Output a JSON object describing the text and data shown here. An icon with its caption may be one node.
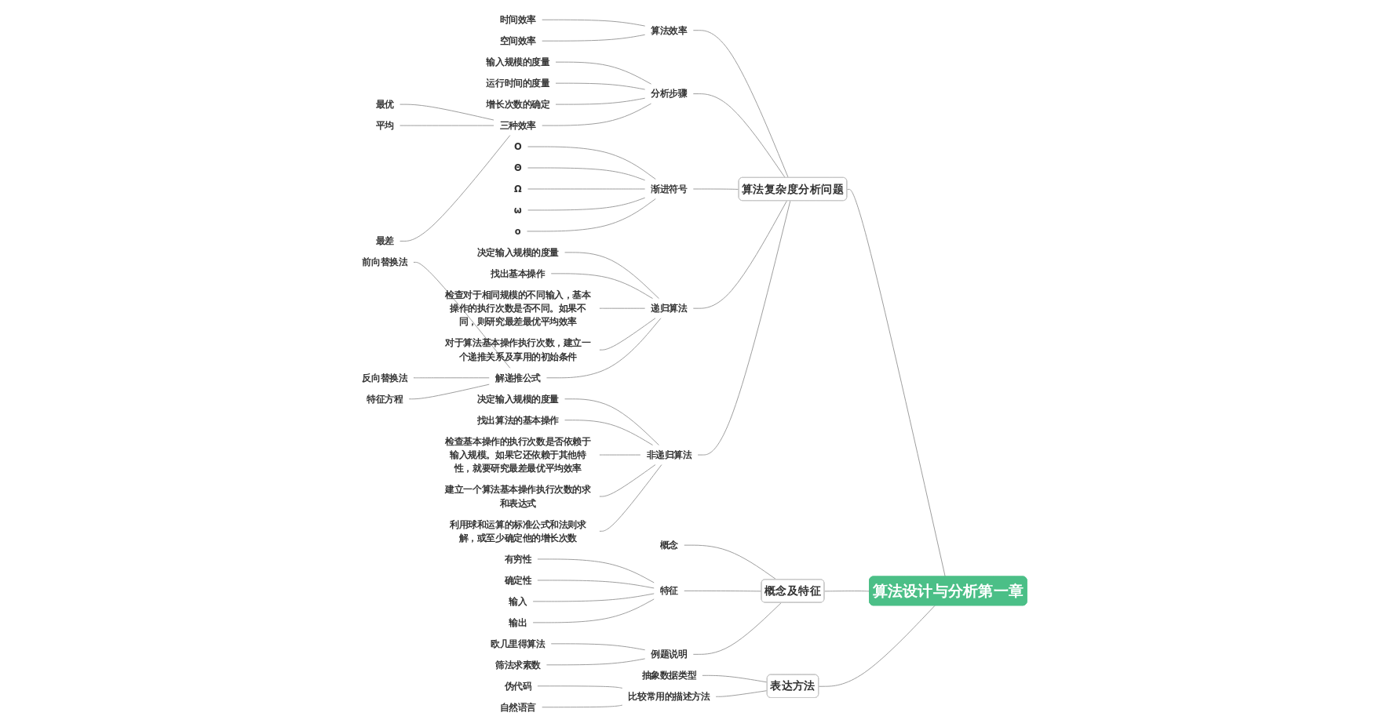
{
  "diagram": {
    "nodes": [
      {
        "text": [
          "算法设计与分析第一章"
        ]
      },
      {
        "text": [
          "算法复杂度分析问题"
        ]
      },
      {
        "text": [
          "算法效率"
        ]
      },
      {
        "text": [
          "时间效率"
        ]
      },
      {
        "text": [
          "空间效率"
        ]
      },
      {
        "text": [
          "分析步骤"
        ]
      },
      {
        "text": [
          "输入规模的度量"
        ]
      },
      {
        "text": [
          "运行时间的度量"
        ]
      },
      {
        "text": [
          "增长次数的确定"
        ]
      },
      {
        "text": [
          "三种效率"
        ]
      },
      {
        "text": [
          "最优"
        ]
      },
      {
        "text": [
          "平均"
        ]
      },
      {
        "text": [
          "最差"
        ]
      },
      {
        "text": [
          "渐进符号"
        ]
      },
      {
        "text": [
          "O"
        ]
      },
      {
        "text": [
          "Θ"
        ]
      },
      {
        "text": [
          "Ω"
        ]
      },
      {
        "text": [
          "ω"
        ]
      },
      {
        "text": [
          "o"
        ]
      },
      {
        "text": [
          "递归算法"
        ]
      },
      {
        "text": [
          "决定输入规模的度量"
        ]
      },
      {
        "text": [
          "找出基本操作"
        ]
      },
      {
        "text": [
          "检查对于相同规模的不同输入，基本操作的执行次数是否不同。如果不同，则研究最差最优平均效率"
        ]
      },
      {
        "text": [
          "对于算法基本操作执行次数，建立一个递推关系及享用的初始条件"
        ]
      },
      {
        "text": [
          "解递推公式"
        ]
      },
      {
        "text": [
          "前向替换法"
        ]
      },
      {
        "text": [
          "反向替换法"
        ]
      },
      {
        "text": [
          "特征方程"
        ]
      },
      {
        "text": [
          "非递归算法"
        ]
      },
      {
        "text": [
          "决定输入规模的度量"
        ]
      },
      {
        "text": [
          "找出算法的基本操作"
        ]
      },
      {
        "text": [
          "检查基本操作的执行次数是否依赖于输入规模。如果它还依赖于其他特性，就要研究最差最优平均效率"
        ]
      },
      {
        "text": [
          "建立一个算法基本操作执行次数的求和表达式"
        ]
      },
      {
        "text": [
          "利用球和运算的标准公式和法则求解，或至少确定他的增长次数"
        ]
      },
      {
        "text": [
          "概念及特征"
        ]
      },
      {
        "text": [
          "概念"
        ]
      },
      {
        "text": [
          "特征"
        ]
      },
      {
        "text": [
          "有穷性"
        ]
      },
      {
        "text": [
          "确定性"
        ]
      },
      {
        "text": [
          "输入"
        ]
      },
      {
        "text": [
          "输出"
        ]
      },
      {
        "text": [
          "例题说明"
        ]
      },
      {
        "text": [
          "欧几里得算法"
        ]
      },
      {
        "text": [
          "筛法求素数"
        ]
      },
      {
        "text": [
          "表达方法"
        ]
      },
      {
        "text": [
          "抽象数据类型"
        ]
      },
      {
        "text": [
          "比较常用的描述方法"
        ]
      },
      {
        "text": [
          "伪代码"
        ]
      },
      {
        "text": [
          "自然语言"
        ]
      }
    ],
    "edges": [
      {
        "from": 0,
        "to": 1,
        "arrow": "none"
      },
      {
        "from": 1,
        "to": 2,
        "arrow": "none"
      },
      {
        "from": 2,
        "to": 3,
        "arrow": "none"
      },
      {
        "from": 2,
        "to": 4,
        "arrow": "none"
      },
      {
        "from": 1,
        "to": 5,
        "arrow": "none"
      },
      {
        "from": 5,
        "to": 6,
        "arrow": "none"
      },
      {
        "from": 5,
        "to": 7,
        "arrow": "none"
      },
      {
        "from": 5,
        "to": 8,
        "arrow": "none"
      },
      {
        "from": 5,
        "to": 9,
        "arrow": "none"
      },
      {
        "from": 9,
        "to": 10,
        "arrow": "none"
      },
      {
        "from": 9,
        "to": 11,
        "arrow": "none"
      },
      {
        "from": 9,
        "to": 12,
        "arrow": "none"
      },
      {
        "from": 1,
        "to": 13,
        "arrow": "none"
      },
      {
        "from": 13,
        "to": 14,
        "arrow": "none"
      },
      {
        "from": 13,
        "to": 15,
        "arrow": "none"
      },
      {
        "from": 13,
        "to": 16,
        "arrow": "none"
      },
      {
        "from": 13,
        "to": 17,
        "arrow": "none"
      },
      {
        "from": 13,
        "to": 18,
        "arrow": "none"
      },
      {
        "from": 1,
        "to": 19,
        "arrow": "none"
      },
      {
        "from": 19,
        "to": 20,
        "arrow": "none"
      },
      {
        "from": 19,
        "to": 21,
        "arrow": "none"
      },
      {
        "from": 19,
        "to": 22,
        "arrow": "none"
      },
      {
        "from": 19,
        "to": 23,
        "arrow": "none"
      },
      {
        "from": 19,
        "to": 24,
        "arrow": "none"
      },
      {
        "from": 24,
        "to": 25,
        "arrow": "none"
      },
      {
        "from": 24,
        "to": 26,
        "arrow": "none"
      },
      {
        "from": 24,
        "to": 27,
        "arrow": "none"
      },
      {
        "from": 1,
        "to": 28,
        "arrow": "none"
      },
      {
        "from": 28,
        "to": 29,
        "arrow": "none"
      },
      {
        "from": 28,
        "to": 30,
        "arrow": "none"
      },
      {
        "from": 28,
        "to": 31,
        "arrow": "none"
      },
      {
        "from": 28,
        "to": 32,
        "arrow": "none"
      },
      {
        "from": 28,
        "to": 33,
        "arrow": "none"
      },
      {
        "from": 0,
        "to": 34,
        "arrow": "none"
      },
      {
        "from": 34,
        "to": 35,
        "arrow": "none"
      },
      {
        "from": 34,
        "to": 36,
        "arrow": "none"
      },
      {
        "from": 36,
        "to": 37,
        "arrow": "none"
      },
      {
        "from": 36,
        "to": 38,
        "arrow": "none"
      },
      {
        "from": 36,
        "to": 39,
        "arrow": "none"
      },
      {
        "from": 36,
        "to": 40,
        "arrow": "none"
      },
      {
        "from": 34,
        "to": 41,
        "arrow": "none"
      },
      {
        "from": 41,
        "to": 42,
        "arrow": "none"
      },
      {
        "from": 41,
        "to": 43,
        "arrow": "none"
      },
      {
        "from": 0,
        "to": 44,
        "arrow": "none"
      },
      {
        "from": 44,
        "to": 45,
        "arrow": "none"
      },
      {
        "from": 44,
        "to": 46,
        "arrow": "none"
      },
      {
        "from": 46,
        "to": 47,
        "arrow": "none"
      },
      {
        "from": 46,
        "to": 48,
        "arrow": "none"
      }
    ]
  }
}
